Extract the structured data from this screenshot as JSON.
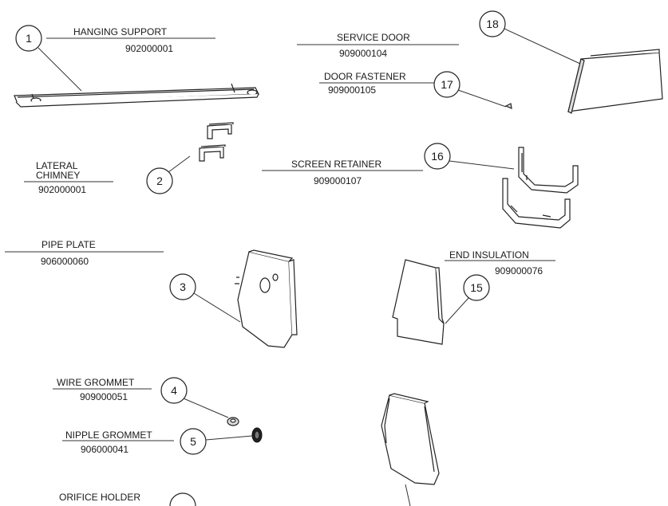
{
  "parts": [
    {
      "callout": "1",
      "name": "HANGING SUPPORT",
      "code": "902000001"
    },
    {
      "callout": "18",
      "name": "SERVICE DOOR",
      "code": "909000104"
    },
    {
      "callout": "17",
      "name": "DOOR FASTENER",
      "code": "909000105"
    },
    {
      "callout": "2",
      "name": "LATERAL CHIMNEY",
      "name_line1": "LATERAL",
      "name_line2": "CHIMNEY",
      "code": "902000001"
    },
    {
      "callout": "16",
      "name": "SCREEN   RETAINER",
      "code": "909000107"
    },
    {
      "callout": "3",
      "name": "PIPE PLATE",
      "code": "906000060"
    },
    {
      "callout": "15",
      "name": "END INSULATION",
      "code": "909000076"
    },
    {
      "callout": "4",
      "name": "WIRE GROMMET",
      "code": "909000051"
    },
    {
      "callout": "5",
      "name": "NIPPLE GROMMET",
      "code": "906000041"
    },
    {
      "callout": "",
      "name": "ORIFICE HOLDER",
      "code": ""
    }
  ]
}
